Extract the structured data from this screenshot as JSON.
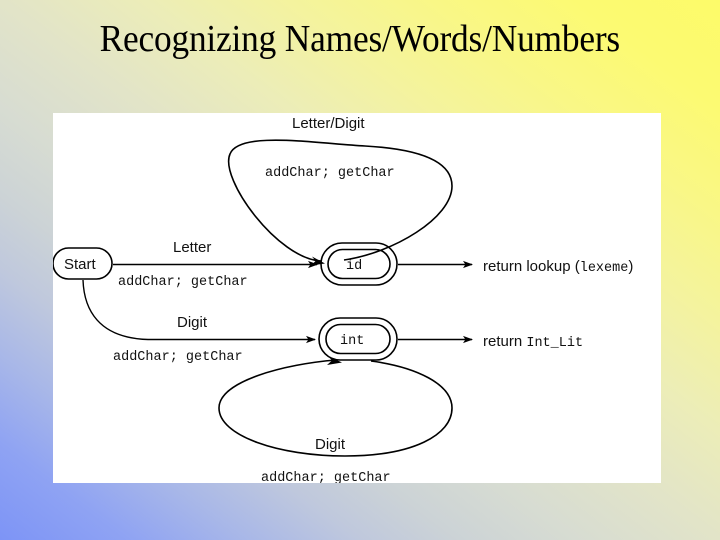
{
  "slide": {
    "title": "Recognizing Names/Words/Numbers",
    "background": {
      "from": "#7d94f6",
      "mid": "#d7dcd2",
      "to": "#fdfb69"
    },
    "panel_background": "#ffffff"
  },
  "diagram": {
    "type": "state-transition-diagram",
    "line_color": "#000000",
    "states": [
      {
        "id": "start",
        "label": "Start",
        "shape": "rounded-rect",
        "accepting": false
      },
      {
        "id": "id",
        "label": "id",
        "shape": "double-rounded-rect",
        "accepting": true
      },
      {
        "id": "int",
        "label": "int",
        "shape": "double-rounded-rect",
        "accepting": true
      }
    ],
    "transitions": [
      {
        "from": "start",
        "to": "id",
        "condition": "Letter",
        "action": "addChar; getChar"
      },
      {
        "from": "id",
        "to": "id",
        "condition": "Letter/Digit",
        "action": "addChar; getChar",
        "loop": "top"
      },
      {
        "from": "start",
        "to": "int",
        "condition": "Digit",
        "action": "addChar; getChar"
      },
      {
        "from": "int",
        "to": "int",
        "condition": "Digit",
        "action": "addChar; getChar",
        "loop": "bottom"
      }
    ],
    "outputs": [
      {
        "from": "id",
        "keyword": "return lookup (",
        "value": "lexeme",
        "suffix": ")",
        "full_text": "return lookup (lexeme)"
      },
      {
        "from": "int",
        "keyword": "return ",
        "value": "Int_Lit",
        "suffix": "",
        "full_text": "return Int_Lit"
      }
    ],
    "labels": {
      "top_loop_condition": "Letter/Digit",
      "top_loop_action": "addChar; getChar",
      "letter_condition": "Letter",
      "letter_action": "addChar; getChar",
      "digit_condition": "Digit",
      "digit_action": "addChar; getChar",
      "bottom_loop_condition": "Digit",
      "bottom_loop_action": "addChar; getChar"
    }
  }
}
